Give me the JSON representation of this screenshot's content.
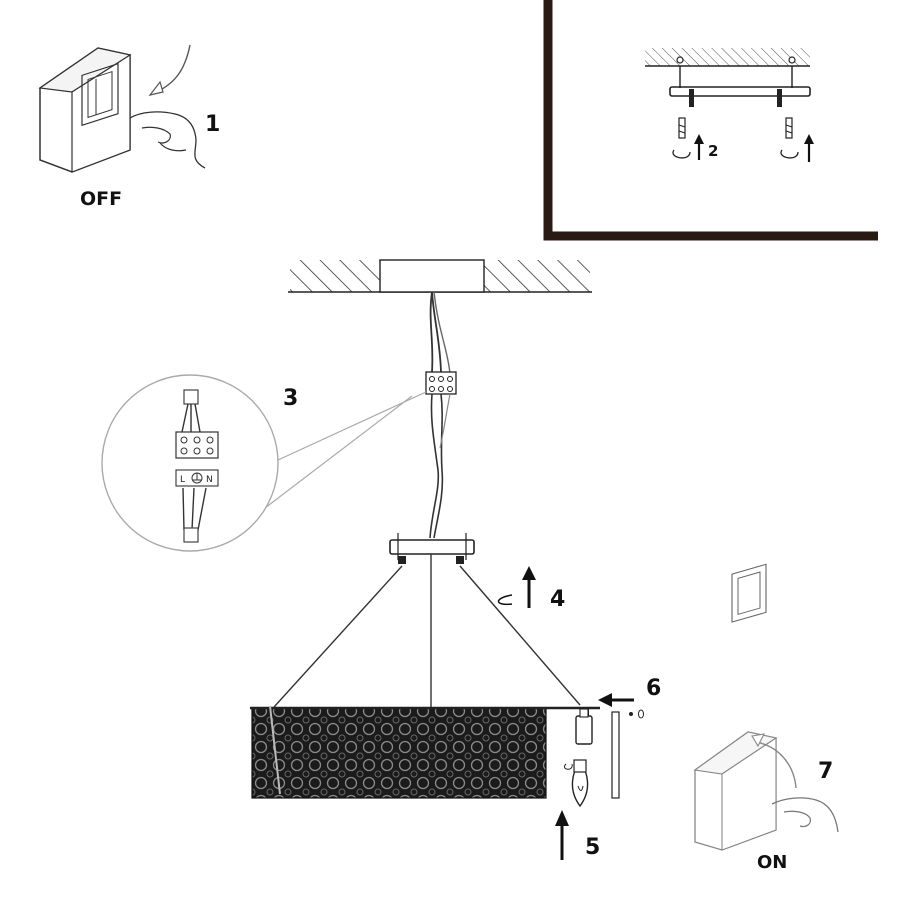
{
  "steps": {
    "step1": "1",
    "step2": "2",
    "step3": "3",
    "step4": "4",
    "step5": "5",
    "step6": "6",
    "step7": "7"
  },
  "switch_labels": {
    "off": "OFF",
    "on": "ON"
  },
  "terminal_labels": {
    "live": "L",
    "neutral": "N"
  },
  "colors": {
    "line": "#222222",
    "frame": "#2a1a14",
    "light_line": "#999999"
  }
}
